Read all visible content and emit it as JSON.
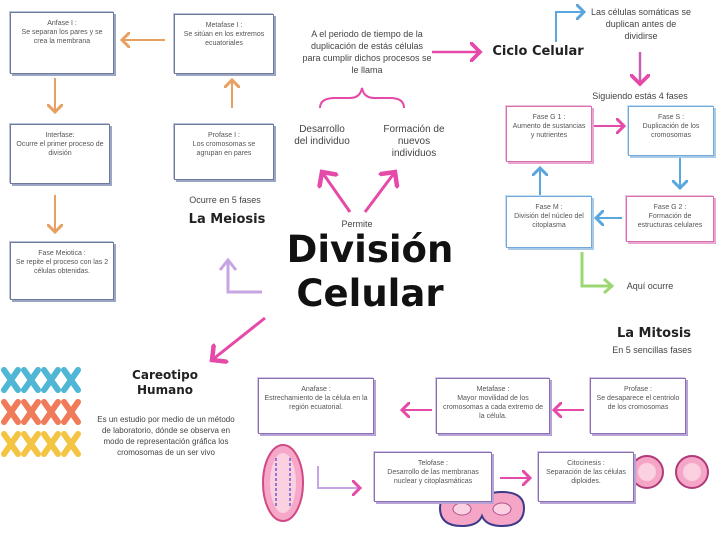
{
  "title": {
    "line1": "División",
    "line2": "Celular"
  },
  "permite": "Permite",
  "desarrollo": "Desarrollo del individuo",
  "formacion": "Formación de nuevos individuos",
  "definition": "A el periodo de tiempo de la duplicación de estás células para cumplir dichos procesos se le llama",
  "ciclo": {
    "title": "Ciclo Celular",
    "note": "Las células somáticas se duplican antes de dividirse",
    "subtitle": "Siguiendo estás 4 fases",
    "g1": {
      "t": "Fase G 1 :",
      "d": "Aumento de sustancias y nutrientes"
    },
    "s": {
      "t": "Fase S :",
      "d": "Duplicación de los cromosomas"
    },
    "m": {
      "t": "Fase M :",
      "d": "División del núcleo del citoplasma"
    },
    "g2": {
      "t": "Fase G 2 :",
      "d": "Formación de estructuras celulares"
    },
    "aqui": "Aquí ocurre"
  },
  "meiosis": {
    "title": "La Meiosis",
    "subtitle": "Ocurre en 5 fases",
    "anafase": {
      "t": "Anfase I :",
      "d": "Se separan los pares y se crea la membrana"
    },
    "metafase": {
      "t": "Metafase I :",
      "d": "Se sitúan en los extremos ecuatoriales"
    },
    "interfase": {
      "t": "Interfase:",
      "d": "Ocurre el primer proceso de división"
    },
    "profase": {
      "t": "Profase I :",
      "d": "Los cromosomas se agrupan en pares"
    },
    "meiotica": {
      "t": "Fase Meiotica :",
      "d": "Se repite el proceso con las 2 células obtenidas."
    }
  },
  "mitosis": {
    "title": "La Mitosis",
    "subtitle": "En 5 sencillas fases",
    "anafase": {
      "t": "Anafase :",
      "d": "Estrechamiento de la célula en la región ecuatorial."
    },
    "metafase": {
      "t": "Metafase :",
      "d": "Mayor movilidad de los cromosomas a cada extremo de la célula."
    },
    "profase": {
      "t": "Profase :",
      "d": "Se desaparece el centriolo de los cromosomas"
    },
    "telofase": {
      "t": "Telofase :",
      "d": "Desarrollo de las membranas nuclear y citoplasmáticas"
    },
    "citocinesis": {
      "t": "Citocinesis :",
      "d": "Separación de las células diploides."
    }
  },
  "cariotipo": {
    "title": "Careotipo Humano",
    "text": "Es un estudio por medio de un método de laboratorio, dónde se observa en modo de representación gráfica los cromosomas de un ser vivo"
  },
  "colors": {
    "pink": "#e64aa8",
    "blue": "#5aa7e0",
    "orange": "#e8a060",
    "purple": "#c7a4e2",
    "green": "#9bd873"
  }
}
